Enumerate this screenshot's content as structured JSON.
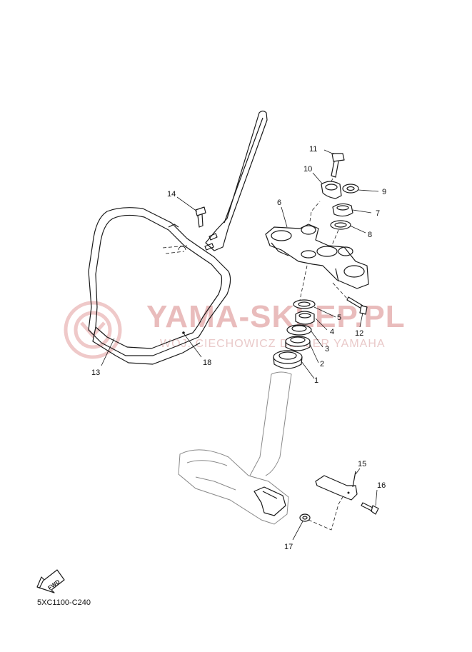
{
  "diagram": {
    "code": "5XC1100-C240",
    "fwd_label": "FWD",
    "callouts": {
      "p1": "1",
      "p2": "2",
      "p3": "3",
      "p4": "4",
      "p5": "5",
      "p6": "6",
      "p7": "7",
      "p8": "8",
      "p9": "9",
      "p10": "10",
      "p11": "11",
      "p12": "12",
      "p13": "13",
      "p14": "14",
      "p15": "15",
      "p16": "16",
      "p17": "17",
      "p18": "18"
    }
  },
  "watermark": {
    "main": "YAMA-SKLEP.PL",
    "sub": "WOJ. CIECHOWICZ DEALER YAMAHA"
  },
  "colors": {
    "line": "#1a1a1a",
    "watermark": "#e9bcbc"
  }
}
